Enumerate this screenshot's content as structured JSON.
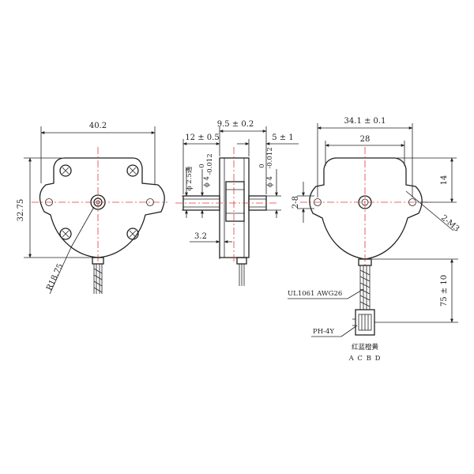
{
  "front_view": {
    "width_dim": "40.2",
    "height_dim": "32.75",
    "radius_dim": "R18.75"
  },
  "side_view": {
    "total_length_dim": "9.5 ± 0.2",
    "left_shaft_dim": "12 ± 0.5",
    "right_shaft_dim": "5 ± 1",
    "left_bore_dim": "ϕ 2.5通",
    "left_shaft_dia_main": "ϕ 4",
    "left_shaft_dia_tol_upper": "0",
    "left_shaft_dia_tol_lower": "-0.012",
    "right_shaft_dia_main": "ϕ 4",
    "right_shaft_dia_tol_upper": "0",
    "right_shaft_dia_tol_lower": "-0.012",
    "flange_thickness_dim": "3.2"
  },
  "back_view": {
    "hole_spacing_dim": "34.1 ± 0.1",
    "inner_width_dim": "28",
    "height_dim": "14",
    "ear_dim": "2-8",
    "mount_hole_dim": "2-M3",
    "wire_label": "UL1061  AWG26",
    "lead_length_dim": "75 ± 10",
    "connector_label": "PH-4Y",
    "wire_colors": "红蓝橙黄",
    "wire_letters": "A C B D"
  }
}
